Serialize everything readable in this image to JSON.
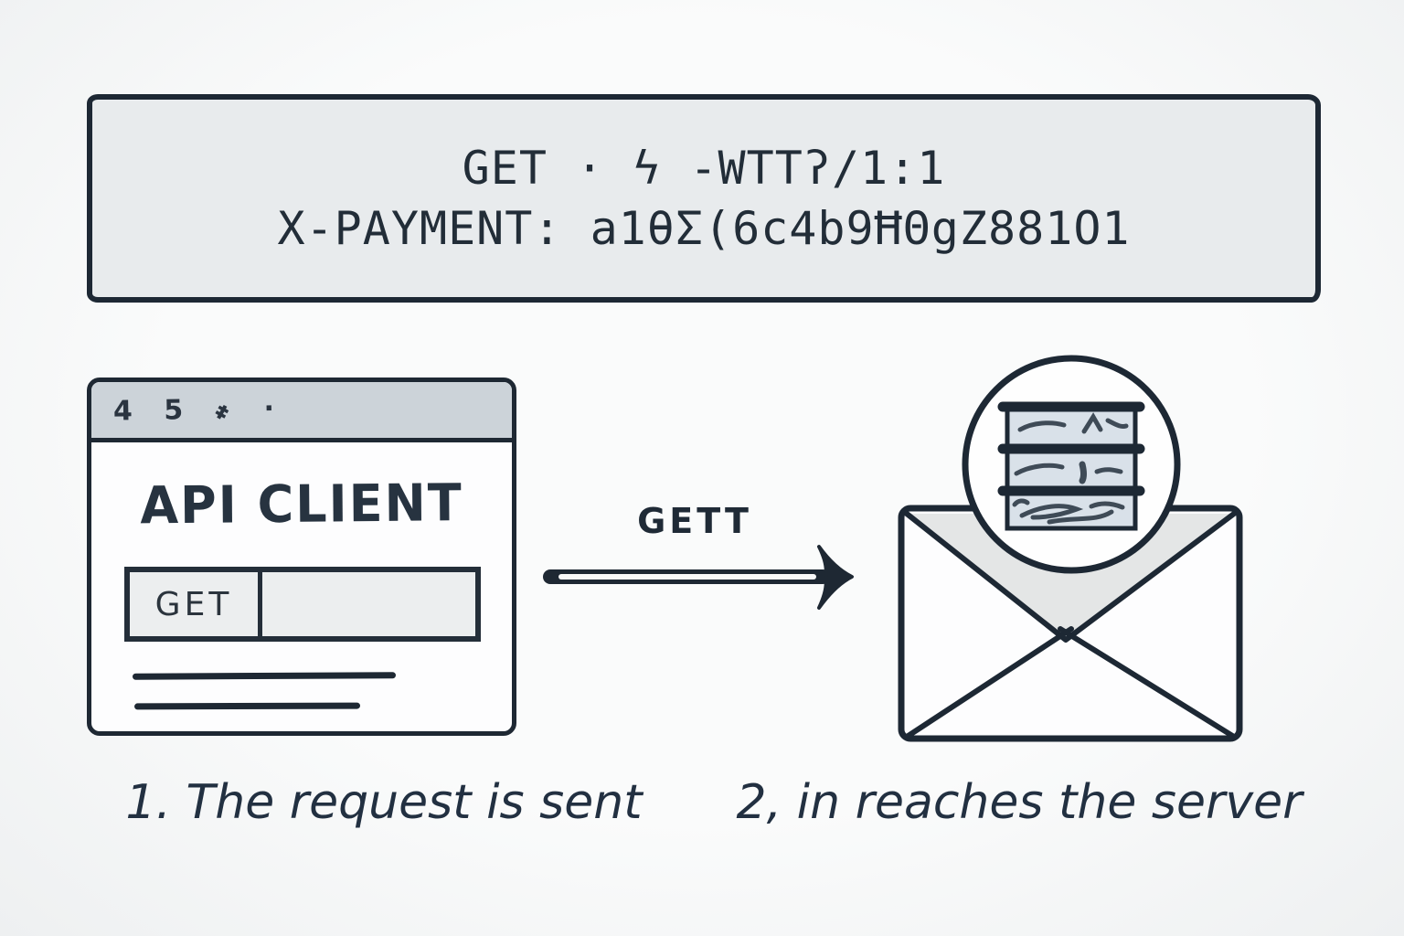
{
  "request_box": {
    "line1": "GET · ϟ -WTTʔ/1:1",
    "line2": "X-PAYMENT: a1θΣ(6c4b9ĦΘgZ881O1"
  },
  "client_window": {
    "titlebar_marks": "4 5 ҂ ·",
    "title": "API CLIENT",
    "method_label": "GET",
    "url_value": ""
  },
  "arrow": {
    "label": "GETT"
  },
  "captions": {
    "step1": "1. The request is sent",
    "step2": "2, in reaches the server"
  },
  "colors": {
    "ink": "#1d2834",
    "request_box_fill": "#e8ebed",
    "titlebar_fill": "#ccd3d9",
    "field_fill": "#eceeef",
    "envelope_flap_fill": "#e4e6e6",
    "server_row_fill": "#d9e1e9",
    "background": "#f8f9f9"
  }
}
